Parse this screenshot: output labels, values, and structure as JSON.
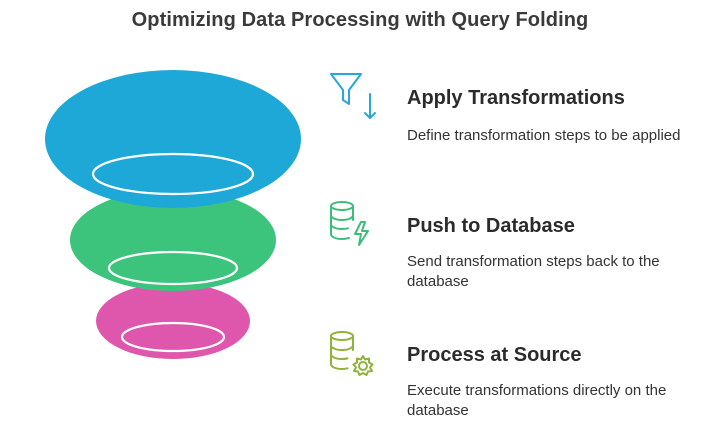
{
  "title": "Optimizing Data Processing with Query Folding",
  "colors": {
    "blue": "#1ea8d8",
    "green": "#3cc47c",
    "pink": "#de57ac",
    "icon_blue": "#29a7db",
    "icon_green": "#3dbd7a",
    "icon_olive": "#8fb33a"
  },
  "steps": [
    {
      "title": "Apply Transformations",
      "description": "Define transformation steps to be applied",
      "icon": "funnel-down-arrow-icon"
    },
    {
      "title": "Push to Database",
      "description": "Send transformation steps back to the database",
      "icon": "database-lightning-icon"
    },
    {
      "title": "Process at Source",
      "description": "Execute transformations directly on the database",
      "icon": "database-gear-icon"
    }
  ]
}
